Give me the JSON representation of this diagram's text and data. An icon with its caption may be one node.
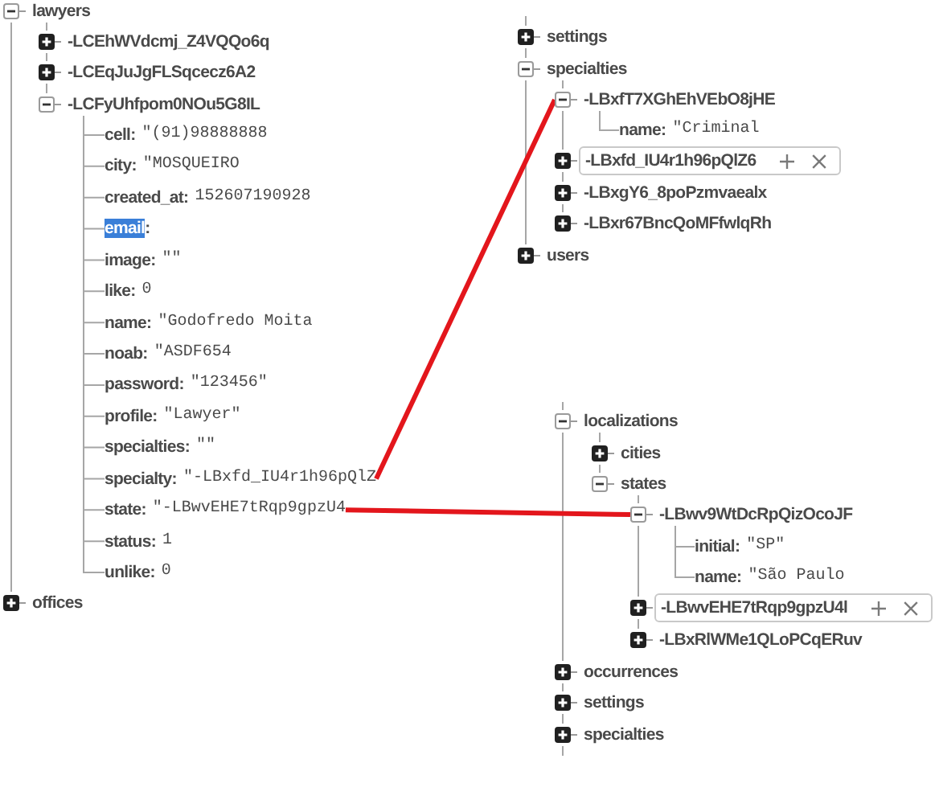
{
  "diagram": {
    "nodes": [
      {
        "text": [
          "lawyers"
        ]
      },
      {
        "text": [
          "-LCEhWVdcmj_Z4VQQo6q"
        ]
      },
      {
        "text": [
          "-LCEqJuJgFLSqcecz6A2"
        ]
      },
      {
        "text": [
          "-LCFyUhfpom0NOu5G8IL"
        ]
      },
      {
        "text": [
          "cell:",
          "\"(91)98888888"
        ]
      },
      {
        "text": [
          "city:",
          "\"MOSQUEIRO"
        ]
      },
      {
        "text": [
          "created_at:",
          "152607190928"
        ]
      },
      {
        "text": [
          "email:"
        ]
      },
      {
        "text": [
          "image:",
          "\"\""
        ]
      },
      {
        "text": [
          "like:",
          "0"
        ]
      },
      {
        "text": [
          "name:",
          "\"Godofredo Moita"
        ]
      },
      {
        "text": [
          "noab:",
          "\"ASDF654"
        ]
      },
      {
        "text": [
          "password:",
          "\"123456\""
        ]
      },
      {
        "text": [
          "profile:",
          "\"Lawyer\""
        ]
      },
      {
        "text": [
          "specialties:",
          "\"\""
        ]
      },
      {
        "text": [
          "specialty:",
          "\"-LBxfd_IU4r1h96pQlZ"
        ]
      },
      {
        "text": [
          "state:",
          "\"-LBwvEHE7tRqp9gpzU4"
        ]
      },
      {
        "text": [
          "status:",
          "1"
        ]
      },
      {
        "text": [
          "unlike:",
          "0"
        ]
      },
      {
        "text": [
          "offices"
        ]
      },
      {
        "text": [
          "settings"
        ]
      },
      {
        "text": [
          "specialties"
        ]
      },
      {
        "text": [
          "-LBxfT7XGhEhVEbO8jHE"
        ]
      },
      {
        "text": [
          "name:",
          "\"Criminal"
        ]
      },
      {
        "text": [
          "-LBxfd_IU4r1h96pQlZ6"
        ]
      },
      {
        "text": [
          "-LBxgY6_8poPzmvaealx"
        ]
      },
      {
        "text": [
          "-LBxr67BncQoMFfwlqRh"
        ]
      },
      {
        "text": [
          "users"
        ]
      },
      {
        "text": [
          "localizations"
        ]
      },
      {
        "text": [
          "cities"
        ]
      },
      {
        "text": [
          "states"
        ]
      },
      {
        "text": [
          "-LBwv9WtDcRpQizOcoJF"
        ]
      },
      {
        "text": [
          "initial:",
          "\"SP\""
        ]
      },
      {
        "text": [
          "name:",
          "\"São Paulo"
        ]
      },
      {
        "text": [
          "-LBwvEHE7tRqp9gpzU4l"
        ]
      },
      {
        "text": [
          "-LBxRlWMe1QLoPCqERuv"
        ]
      },
      {
        "text": [
          "occurrences"
        ]
      },
      {
        "text": [
          "settings"
        ]
      },
      {
        "text": [
          "specialties"
        ]
      }
    ],
    "edges": [
      {
        "from": 0,
        "to": 19,
        "arrow": "none"
      },
      {
        "from": 0,
        "to": 1,
        "arrow": "none"
      },
      {
        "from": 1,
        "to": 2,
        "arrow": "none"
      },
      {
        "from": 2,
        "to": 3,
        "arrow": "none"
      },
      {
        "from": 3,
        "to": 4,
        "arrow": "none"
      },
      {
        "from": 3,
        "to": 5,
        "arrow": "none"
      },
      {
        "from": 3,
        "to": 6,
        "arrow": "none"
      },
      {
        "from": 3,
        "to": 7,
        "arrow": "none"
      },
      {
        "from": 3,
        "to": 8,
        "arrow": "none"
      },
      {
        "from": 3,
        "to": 9,
        "arrow": "none"
      },
      {
        "from": 3,
        "to": 10,
        "arrow": "none"
      },
      {
        "from": 3,
        "to": 11,
        "arrow": "none"
      },
      {
        "from": 3,
        "to": 12,
        "arrow": "none"
      },
      {
        "from": 3,
        "to": 13,
        "arrow": "none"
      },
      {
        "from": 3,
        "to": 14,
        "arrow": "none"
      },
      {
        "from": 3,
        "to": 15,
        "arrow": "none"
      },
      {
        "from": 3,
        "to": 16,
        "arrow": "none"
      },
      {
        "from": 3,
        "to": 17,
        "arrow": "none"
      },
      {
        "from": 3,
        "to": 18,
        "arrow": "none"
      },
      {
        "from": null,
        "to": 20,
        "arrow": "none"
      },
      {
        "from": 20,
        "to": 21,
        "arrow": "none"
      },
      {
        "from": 21,
        "to": 27,
        "arrow": "none"
      },
      {
        "from": 21,
        "to": 22,
        "arrow": "none"
      },
      {
        "from": 22,
        "to": 24,
        "arrow": "none"
      },
      {
        "from": 24,
        "to": 25,
        "arrow": "none"
      },
      {
        "from": 25,
        "to": 26,
        "arrow": "none"
      },
      {
        "from": 22,
        "to": 23,
        "arrow": "none"
      },
      {
        "from": null,
        "to": 28,
        "arrow": "none"
      },
      {
        "from": 28,
        "to": 36,
        "arrow": "none"
      },
      {
        "from": 36,
        "to": 37,
        "arrow": "none"
      },
      {
        "from": 37,
        "to": 38,
        "arrow": "none"
      },
      {
        "from": 38,
        "to": null,
        "arrow": "none"
      },
      {
        "from": 28,
        "to": 29,
        "arrow": "none"
      },
      {
        "from": 29,
        "to": 30,
        "arrow": "none"
      },
      {
        "from": 30,
        "to": 31,
        "arrow": "none"
      },
      {
        "from": 31,
        "to": 34,
        "arrow": "none"
      },
      {
        "from": 34,
        "to": 35,
        "arrow": "none"
      },
      {
        "from": 31,
        "to": 32,
        "arrow": "none"
      },
      {
        "from": 31,
        "to": 33,
        "arrow": "none"
      },
      {
        "from": 15,
        "to": 22,
        "arrow": "none",
        "style": "thick",
        "color": "#e3161c"
      },
      {
        "from": 16,
        "to": 31,
        "arrow": "none",
        "style": "thick",
        "color": "#e3161c"
      }
    ]
  }
}
